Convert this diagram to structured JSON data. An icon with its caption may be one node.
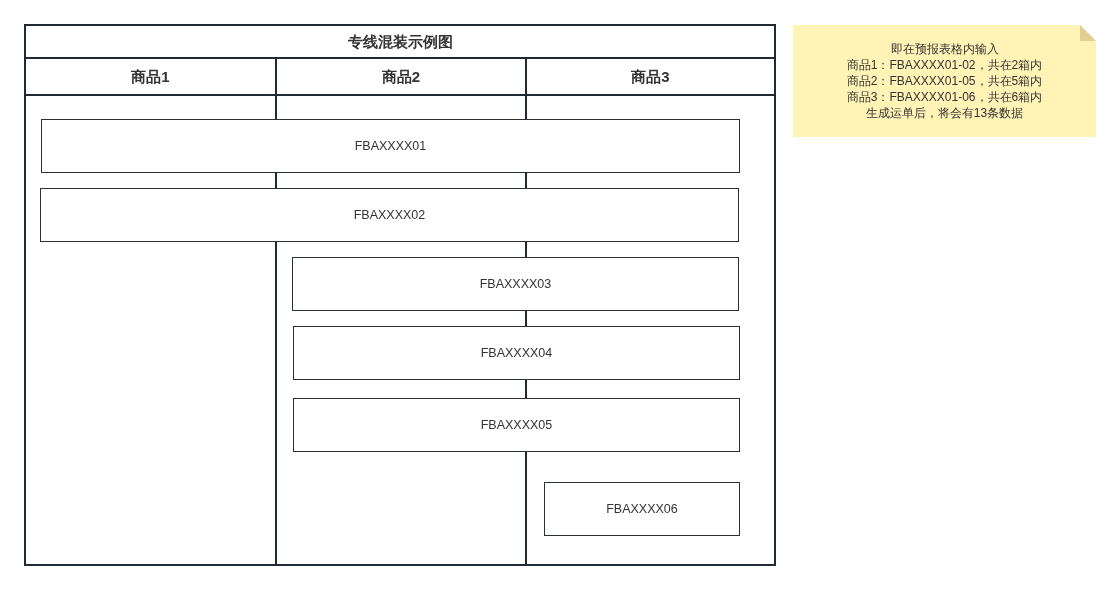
{
  "diagram": {
    "nodes": [
      {
        "text": [
          "专线混装示例图"
        ]
      },
      {
        "text": [
          "商品1"
        ],
        "in": 0
      },
      {
        "text": [
          "商品2"
        ],
        "in": 0
      },
      {
        "text": [
          "商品3"
        ],
        "in": 0
      },
      {
        "text": [
          "FBAXXXX01"
        ],
        "in": 0
      },
      {
        "text": [
          "FBAXXXX02"
        ],
        "in": 0
      },
      {
        "text": [
          "FBAXXXX03"
        ],
        "in": 0
      },
      {
        "text": [
          "FBAXXXX04"
        ],
        "in": 0
      },
      {
        "text": [
          "FBAXXXX05"
        ],
        "in": 0
      },
      {
        "text": [
          "FBAXXXX06"
        ],
        "in": 3
      },
      {
        "text": [
          "即在预报表格内输入",
          "商品1：FBAXXXX01-02，共在2箱内",
          "商品2：FBAXXXX01-05，共在5箱内",
          "商品3：FBAXXXX01-06，共在6箱内",
          "生成运单后，将会有13条数据"
        ]
      }
    ]
  }
}
